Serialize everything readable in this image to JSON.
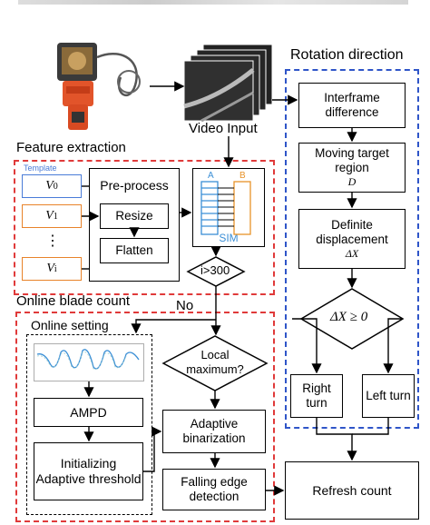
{
  "video_input": {
    "label": "Video Input"
  },
  "sections": {
    "feature_extraction": "Feature extraction",
    "rotation_direction": "Rotation direction",
    "online_blade_count": "Online blade count",
    "online_setting": "Online setting"
  },
  "feature": {
    "template_tag": "Template",
    "v0": "V",
    "v0_sub": "0",
    "v1": "V",
    "v1_sub": "1",
    "vdots": "⋮",
    "vi": "V",
    "vi_sub": "i",
    "preprocess": "Pre-process",
    "resize": "Resize",
    "flatten": "Flatten",
    "sim": "SIM",
    "sim_a": "A",
    "sim_b": "B"
  },
  "decision_i": {
    "label": "i>300",
    "no_label": "No"
  },
  "rotation": {
    "interframe": "Interframe difference",
    "moving_target": "Moving target region",
    "moving_target_var": "D",
    "definite": "Definite displacement",
    "definite_var": "ΔX",
    "condition": "ΔX ≥ 0",
    "right_turn": "Right turn",
    "left_turn": "Left turn"
  },
  "blade_count": {
    "local_max": "Local maximum?",
    "adaptive_bin": "Adaptive binarization",
    "falling_edge": "Falling edge detection",
    "refresh": "Refresh count",
    "ampd": "AMPD",
    "init_threshold": "Initializing Adaptive threshold"
  },
  "colors": {
    "red_dash": "#e03a3a",
    "blue_dash": "#2f55c8",
    "template_blue": "#4a7cd8",
    "v_orange": "#e8832a",
    "sim_blue": "#3b8fd6",
    "sim_orange": "#e8932a"
  }
}
